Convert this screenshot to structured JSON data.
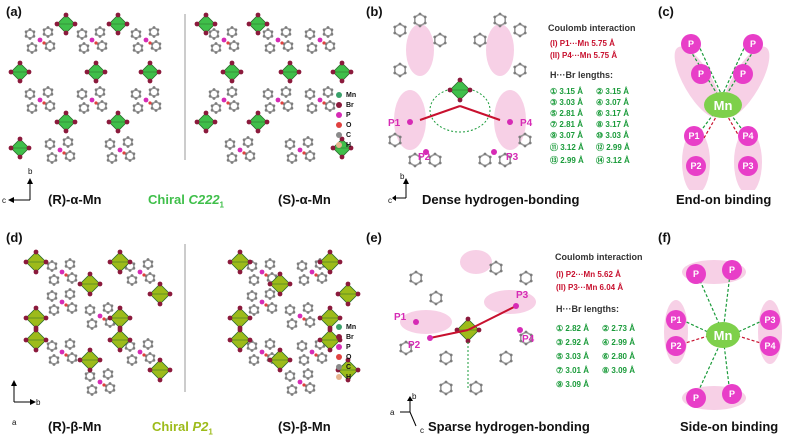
{
  "panels": {
    "a": {
      "label": "(a)",
      "left_caption_enantiomer": "(R)",
      "left_caption_phase": "-α-Mn",
      "center_caption_prefix": "Chiral ",
      "center_caption_group": "C222",
      "center_caption_sub": "1",
      "right_caption_enantiomer": "(S)",
      "right_caption_phase": "-α-Mn",
      "axis_b": "b",
      "axis_c": "c"
    },
    "b": {
      "label": "(b)",
      "caption": "Dense hydrogen-bonding",
      "coulomb_title": "Coulomb interaction",
      "coulomb": [
        "(I)  P1···Mn 5.75 Å",
        "(II) P4···Mn 5.75 Å"
      ],
      "hbr_title": "H···Br lengths:",
      "hbr": [
        "① 3.15 Å",
        "② 3.15 Å",
        "③ 3.03 Å",
        "④ 3.07 Å",
        "⑤ 2.81 Å",
        "⑥ 3.17 Å",
        "⑦ 2.81 Å",
        "⑧ 3.17 Å",
        "⑨ 3.07 Å",
        "⑩ 3.03 Å",
        "⑪ 3.12 Å",
        "⑫ 2.99 Å",
        "⑬ 2.99 Å",
        "⑭ 3.12 Å"
      ],
      "p_labels": [
        "P1",
        "P2",
        "P3",
        "P4"
      ],
      "axis_b": "b",
      "axis_c": "c"
    },
    "c": {
      "label": "(c)",
      "caption": "End-on binding",
      "mn": "Mn",
      "p": "P",
      "p_labels": [
        "P1",
        "P2",
        "P3",
        "P4"
      ]
    },
    "d": {
      "label": "(d)",
      "left_caption_enantiomer": "(R)",
      "left_caption_phase": "-β-Mn",
      "center_caption_prefix": "Chiral ",
      "center_caption_group": "P2",
      "center_caption_sub": "1",
      "right_caption_enantiomer": "(S)",
      "right_caption_phase": "-β-Mn",
      "axis_b": "b",
      "axis_a": "a"
    },
    "e": {
      "label": "(e)",
      "caption": "Sparse hydrogen-bonding",
      "coulomb_title": "Coulomb interaction",
      "coulomb": [
        "(I)  P2···Mn 5.62 Å",
        "(II) P3···Mn 6.04 Å"
      ],
      "hbr_title": "H···Br lengths:",
      "hbr": [
        "① 2.82 Å",
        "② 2.73 Å",
        "③ 2.92 Å",
        "④ 2.99 Å",
        "⑤ 3.03 Å",
        "⑥ 2.80 Å",
        "⑦ 3.01 Å",
        "⑧ 3.09 Å",
        "⑨ 3.09 Å"
      ],
      "p_labels": [
        "P1",
        "P2",
        "P3",
        "P4"
      ],
      "axis_a": "a",
      "axis_b": "b",
      "axis_c": "c"
    },
    "f": {
      "label": "(f)",
      "caption": "Side-on binding",
      "mn": "Mn",
      "p": "P",
      "p_labels": [
        "P1",
        "P2",
        "P3",
        "P4"
      ]
    }
  },
  "legend": {
    "items": [
      "Mn",
      "Br",
      "P",
      "O",
      "C",
      "H"
    ],
    "colors": [
      "#3aa16b",
      "#8b1a3c",
      "#d62bb5",
      "#e0413f",
      "#8a8a8a",
      "#e7b48e"
    ]
  },
  "colors": {
    "mn_alpha": "#3fbf4a",
    "mn_beta": "#9dbb1a",
    "coulomb_red": "#c8102e",
    "hbond_green": "#1a9b3a",
    "p_pink": "#e83ec8",
    "halo": "#f7d0e6"
  }
}
